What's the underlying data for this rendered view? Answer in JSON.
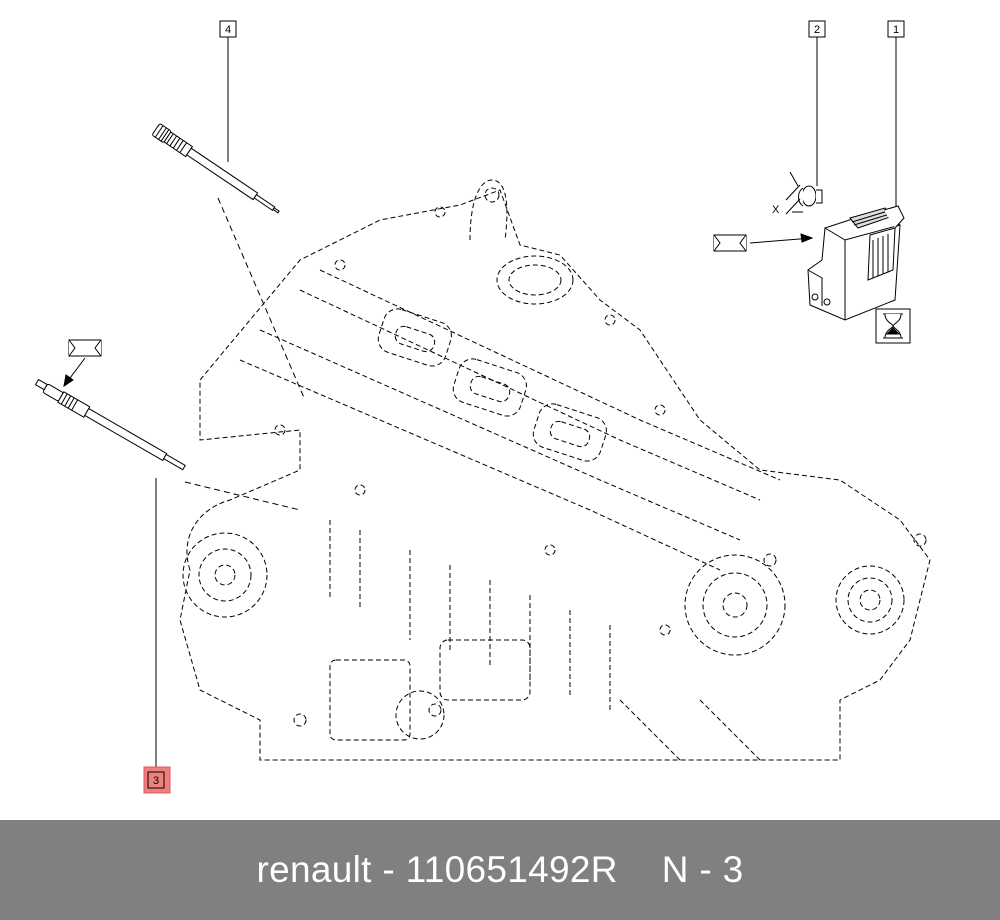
{
  "callouts": [
    {
      "id": "1",
      "label": "1"
    },
    {
      "id": "2",
      "label": "2"
    },
    {
      "id": "3",
      "label": "3",
      "highlighted": true
    },
    {
      "id": "4",
      "label": "4"
    }
  ],
  "annotations": {
    "x_marker": "X"
  },
  "footer": {
    "brand": "renault",
    "separator": "-",
    "part_number": "110651492R",
    "position": "N - 3"
  },
  "colors": {
    "footer_background": "#808080",
    "highlight": "#f08080",
    "line": "#000000",
    "footer_text": "#ffffff"
  },
  "icons": [
    "hourglass-icon",
    "torque-symbol-icon"
  ]
}
